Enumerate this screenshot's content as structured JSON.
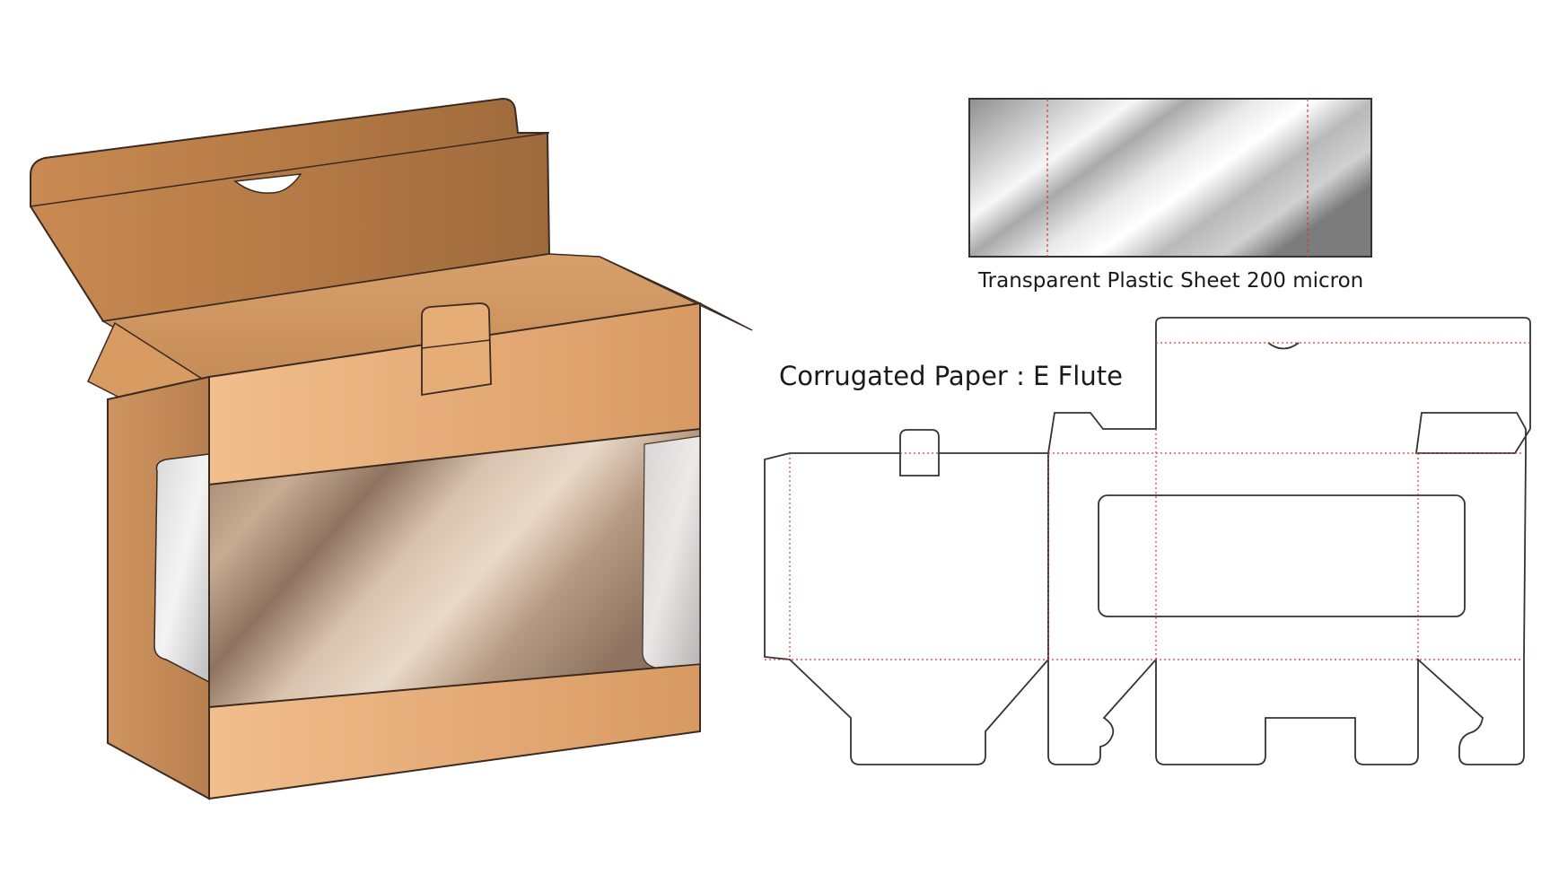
{
  "labels": {
    "plastic_sheet": "Transparent Plastic Sheet 200 micron",
    "corrugated_paper": "Corrugated Paper : E Flute"
  },
  "colors": {
    "kraft_light": "#e7b07b",
    "kraft_mid": "#d49a63",
    "kraft_dark": "#b97a45",
    "outline": "#3a2a20",
    "dieline": "#333333",
    "fold_line": "#d23a3a",
    "plastic_dark": "#8a8a8a",
    "plastic_light": "#f2f2f2"
  },
  "icons": {
    "box_mockup": "open-window-box-illustration",
    "plastic_sheet": "plastic-sheet-illustration",
    "dieline": "die-cut-template-illustration"
  }
}
